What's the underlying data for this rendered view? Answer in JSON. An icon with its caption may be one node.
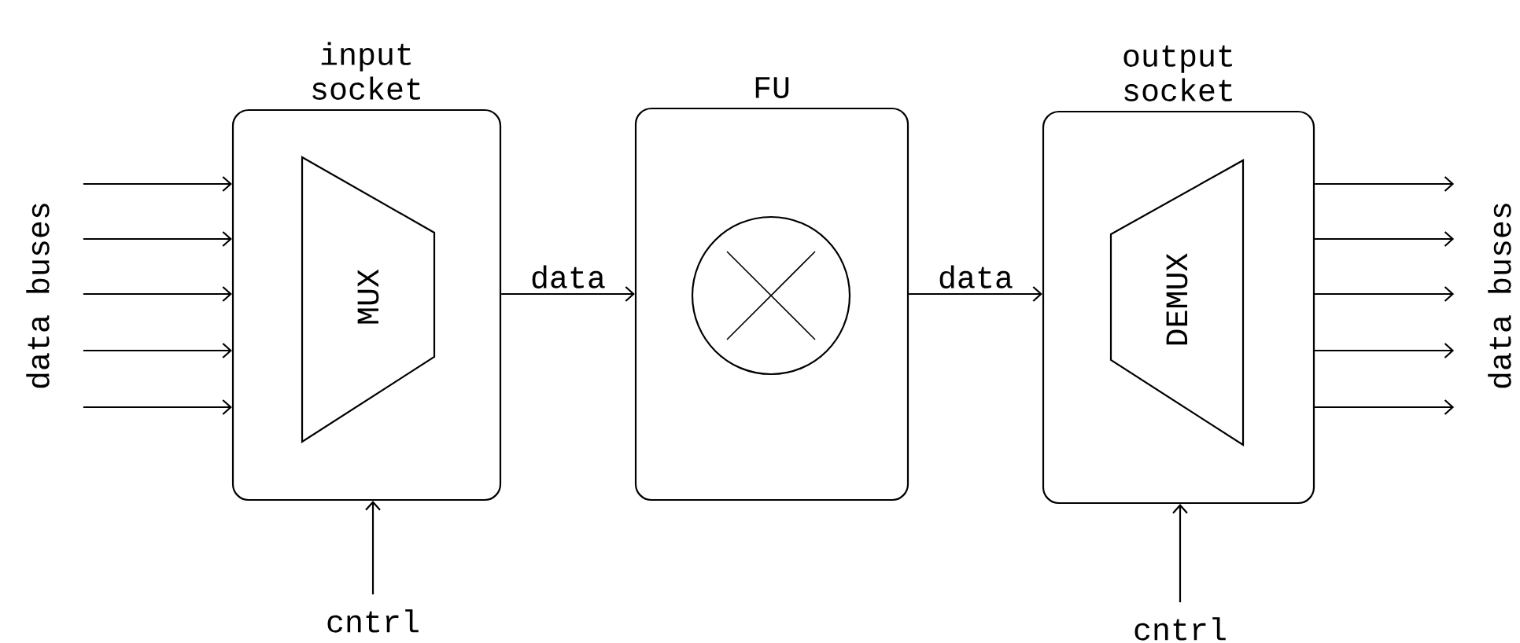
{
  "diagram": {
    "nodes": [
      {
        "text": [
          "input socket"
        ]
      },
      {
        "text": [
          "MUX"
        ],
        "in": 0
      },
      {
        "text": [
          "FU"
        ]
      },
      {
        "text": [],
        "shape": "circle",
        "in": 2
      },
      {
        "text": [
          "output socket"
        ]
      },
      {
        "text": [
          "DEMUX"
        ],
        "in": 4
      },
      {
        "text": [
          "data buses"
        ]
      },
      {
        "text": [
          "cntrl"
        ]
      },
      {
        "text": [
          "cntrl"
        ]
      },
      {
        "text": [
          "data buses"
        ]
      }
    ],
    "edges": [
      {
        "from": 6,
        "to": 0,
        "arrow": "to"
      },
      {
        "from": 6,
        "to": 0,
        "arrow": "to"
      },
      {
        "from": 6,
        "to": 0,
        "arrow": "to"
      },
      {
        "from": 6,
        "to": 0,
        "arrow": "to"
      },
      {
        "from": 6,
        "to": 0,
        "arrow": "to"
      },
      {
        "from": 7,
        "to": 0,
        "arrow": "to"
      },
      {
        "from": 0,
        "to": 2,
        "arrow": "to",
        "label": "data"
      },
      {
        "from": 2,
        "to": 4,
        "arrow": "to",
        "label": "data"
      },
      {
        "from": 8,
        "to": 4,
        "arrow": "to"
      },
      {
        "from": 4,
        "to": 9,
        "arrow": "to"
      },
      {
        "from": 4,
        "to": 9,
        "arrow": "to"
      },
      {
        "from": 4,
        "to": 9,
        "arrow": "to"
      },
      {
        "from": 4,
        "to": 9,
        "arrow": "to"
      },
      {
        "from": 4,
        "to": 9,
        "arrow": "to"
      }
    ]
  }
}
